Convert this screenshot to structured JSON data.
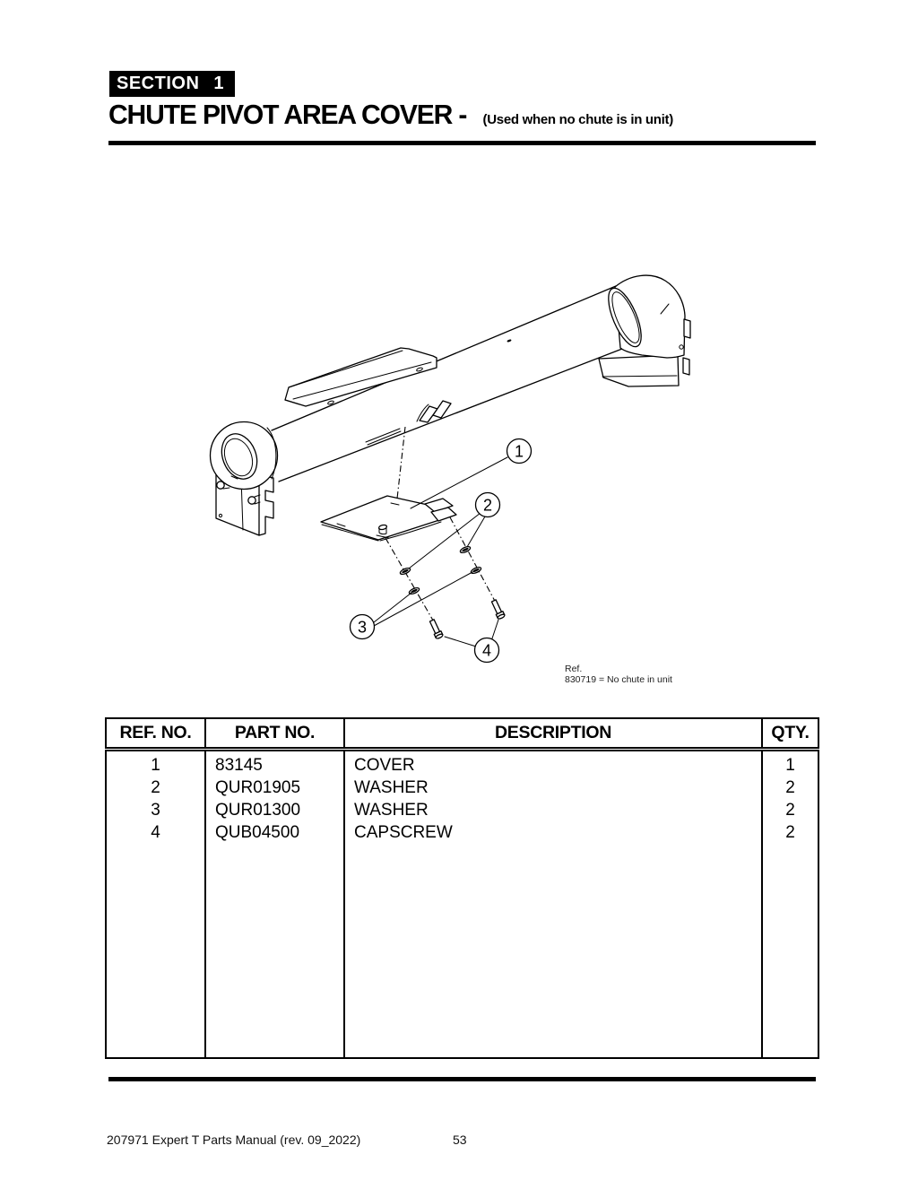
{
  "page": {
    "background": "#ffffff",
    "ink": "#000000"
  },
  "header": {
    "section_label": "SECTION",
    "section_number": "1",
    "title": "CHUTE PIVOT AREA COVER -",
    "subtitle": "(Used when no chute is in unit)"
  },
  "diagram": {
    "callouts": [
      "1",
      "2",
      "3",
      "4"
    ],
    "ref_label": "Ref.",
    "ref_note": "830719 = No chute in unit"
  },
  "table": {
    "headers": [
      "REF. NO.",
      "PART NO.",
      "DESCRIPTION",
      "QTY."
    ],
    "rows": [
      {
        "ref": "1",
        "part": "83145",
        "desc": "COVER",
        "qty": "1"
      },
      {
        "ref": "2",
        "part": "QUR01905",
        "desc": "WASHER",
        "qty": "2"
      },
      {
        "ref": "3",
        "part": "QUR01300",
        "desc": "WASHER",
        "qty": "2"
      },
      {
        "ref": "4",
        "part": "QUB04500",
        "desc": "CAPSCREW",
        "qty": "2"
      }
    ]
  },
  "footer": {
    "document": "207971 Expert T Parts Manual (rev. 09_2022)",
    "page_number": "53"
  }
}
